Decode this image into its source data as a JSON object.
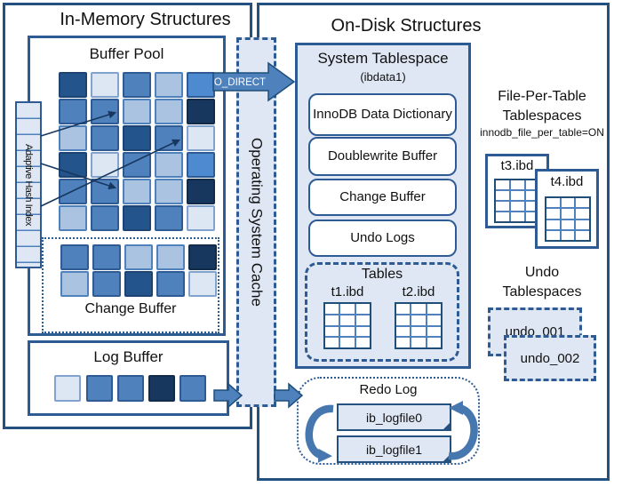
{
  "in_memory": {
    "title": "In-Memory Structures",
    "buffer_pool": {
      "title": "Buffer Pool",
      "grid_rows": [
        "B F C E D",
        "C C E E A",
        "E C B C F",
        "B F C E D",
        "C C E E A",
        "E C B C F"
      ]
    },
    "adaptive_hash_index": {
      "label": "Adaptive Hash Index"
    },
    "change_buffer": {
      "title": "Change Buffer",
      "grid_rows": [
        "C C E E A",
        "E C B C F"
      ]
    },
    "log_buffer": {
      "title": "Log Buffer",
      "squares": "F C C A C"
    }
  },
  "os_cache": {
    "label": "Operating System Cache",
    "o_direct": "O_DIRECT"
  },
  "on_disk": {
    "title": "On-Disk Structures",
    "system_tablespace": {
      "title": "System Tablespace",
      "subtitle": "(ibdata1)",
      "boxes": [
        "InnoDB Data Dictionary",
        "Doublewrite Buffer",
        "Change Buffer",
        "Undo Logs"
      ],
      "tables": {
        "title": "Tables",
        "files": [
          "t1.ibd",
          "t2.ibd"
        ]
      }
    },
    "file_per_table": {
      "title_line1": "File-Per-Table",
      "title_line2": "Tablespaces",
      "config": "innodb_file_per_table=ON",
      "files": [
        "t3.ibd",
        "t4.ibd"
      ]
    },
    "undo_tablespaces": {
      "title_line1": "Undo",
      "title_line2": "Tablespaces",
      "files": [
        "undo_001",
        "undo_002"
      ]
    },
    "redo_log": {
      "title": "Redo Log",
      "files": [
        "ib_logfile0",
        "ib_logfile1"
      ]
    }
  },
  "palette": {
    "A": {
      "fill": "#17375E",
      "border": "#122B49"
    },
    "B": {
      "fill": "#24548C",
      "border": "#1C4372"
    },
    "C": {
      "fill": "#4F81BD",
      "border": "#2E5B94"
    },
    "D": {
      "fill": "#4E8AD0",
      "border": "#2E5B94"
    },
    "E": {
      "fill": "#A9C3E1",
      "border": "#4F81BD"
    },
    "F": {
      "fill": "#DDE6F3",
      "border": "#82A3CE"
    }
  },
  "colors": {
    "line_dark": "#17375E",
    "arrow_fill": "#4F81BD",
    "box_fill_light": "#DEE7F3"
  }
}
